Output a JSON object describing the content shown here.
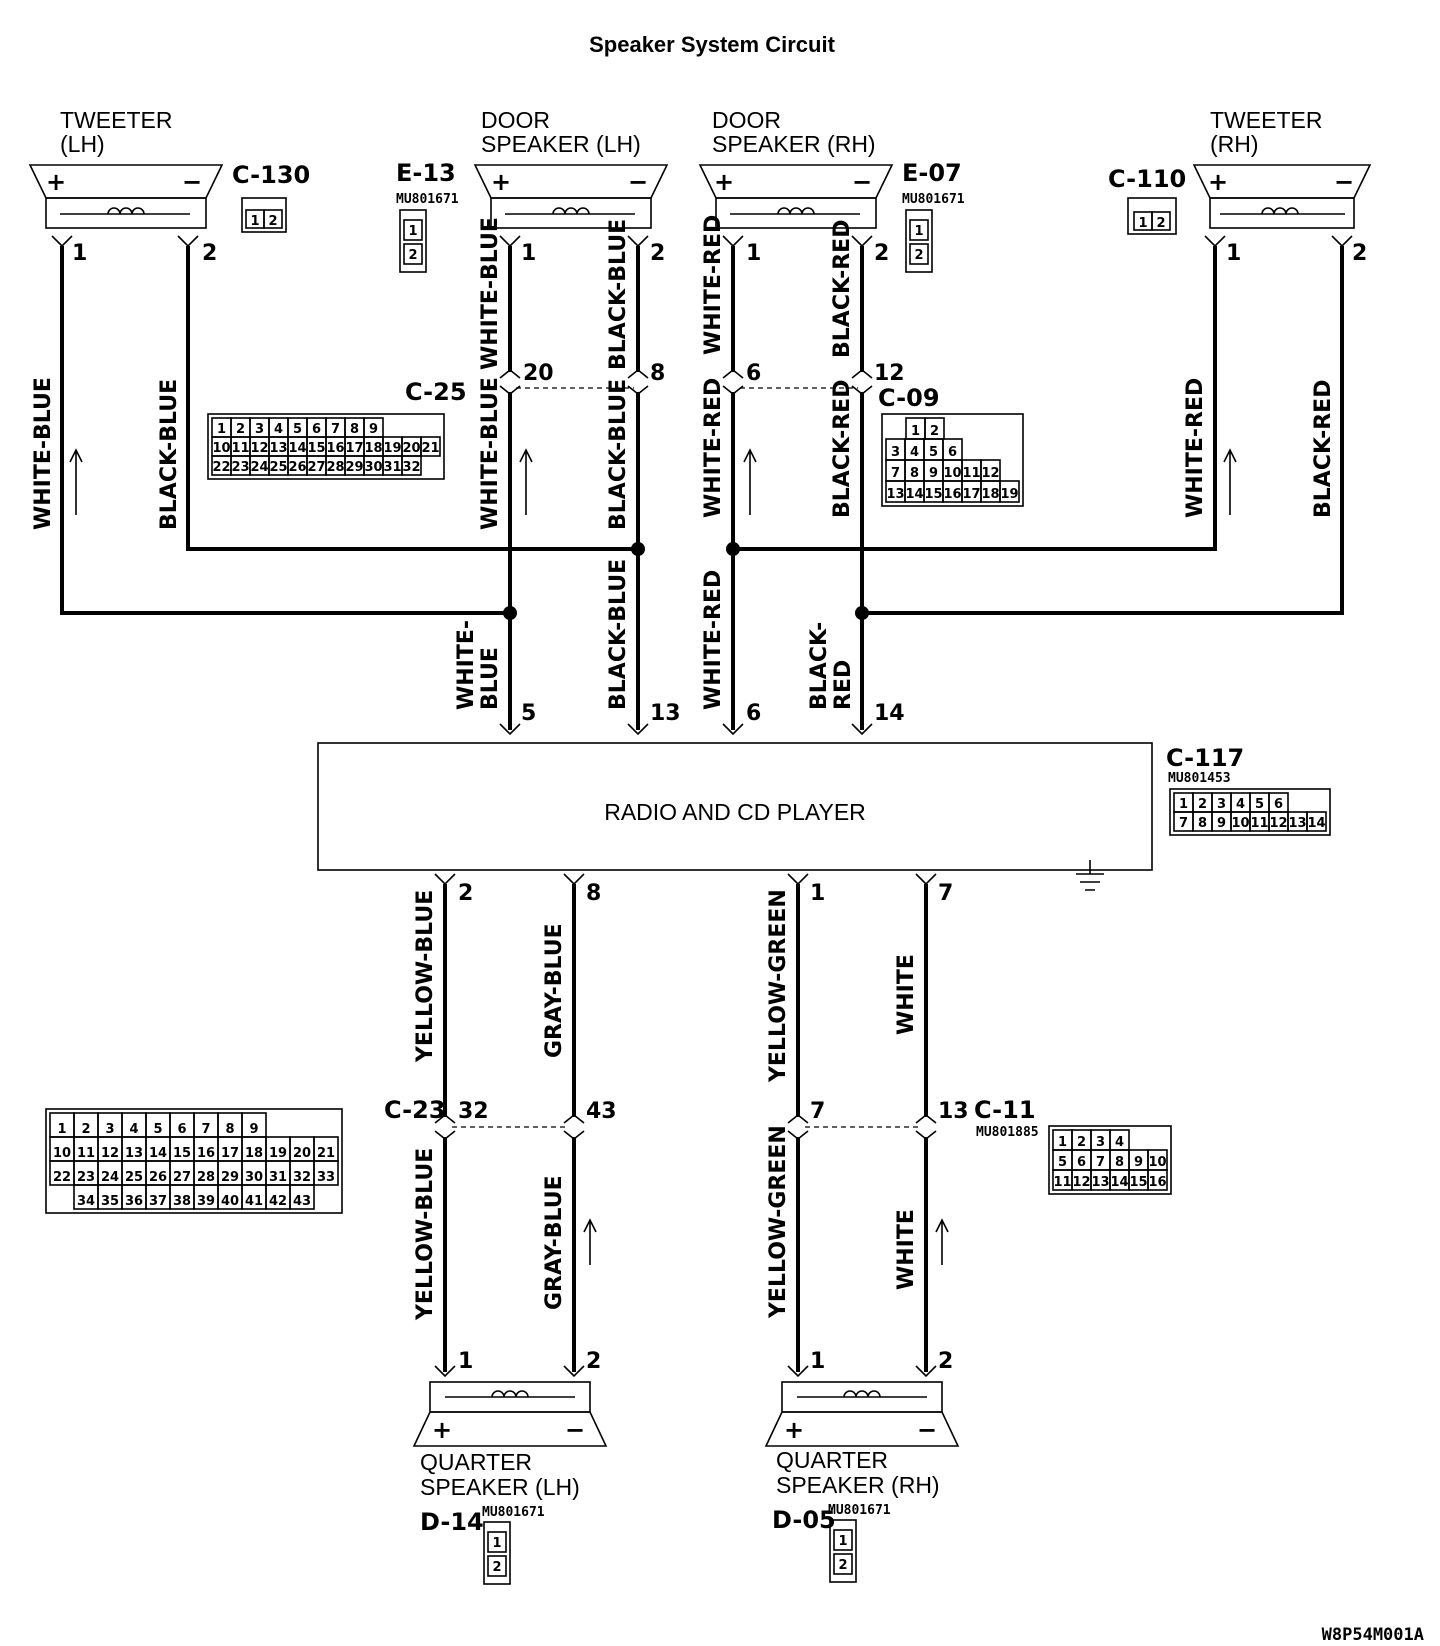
{
  "title": "Speaker System Circuit",
  "diagram_code": "W8P54M001A",
  "components": {
    "tweeter_lh": {
      "line1": "TWEETER",
      "line2": "(LH)",
      "connector": "C-130",
      "plus": "+",
      "minus": "−"
    },
    "door_lh": {
      "line1": "DOOR",
      "line2": "SPEAKER (LH)",
      "connector": "E-13",
      "part_no": "MU801671",
      "plus": "+",
      "minus": "−"
    },
    "door_rh": {
      "line1": "DOOR",
      "line2": "SPEAKER (RH)",
      "connector": "E-07",
      "part_no": "MU801671",
      "plus": "+",
      "minus": "−"
    },
    "tweeter_rh": {
      "line1": "TWEETER",
      "line2": "(RH)",
      "connector": "C-110",
      "plus": "+",
      "minus": "−"
    },
    "radio": {
      "label": "RADIO AND CD PLAYER",
      "connector": "C-117",
      "part_no": "MU801453"
    },
    "quarter_lh": {
      "line1": "QUARTER",
      "line2": "SPEAKER (LH)",
      "connector": "D-14",
      "part_no": "MU801671",
      "plus": "+",
      "minus": "−"
    },
    "quarter_rh": {
      "line1": "QUARTER",
      "line2": "SPEAKER (RH)",
      "connector": "D-05",
      "part_no": "MU801671",
      "plus": "+",
      "minus": "−"
    }
  },
  "junctions": {
    "c25": {
      "id": "C-25"
    },
    "c09": {
      "id": "C-09"
    },
    "c23": {
      "id": "C-23"
    },
    "c11": {
      "id": "C-11",
      "part_no": "MU801885"
    }
  },
  "pins": {
    "tw_lh_1": "1",
    "tw_lh_2": "2",
    "door_lh_1": "1",
    "door_lh_2": "2",
    "door_rh_1": "1",
    "door_rh_2": "2",
    "tw_rh_1": "1",
    "tw_rh_2": "2",
    "c25_a": "20",
    "c25_b": "8",
    "c09_a": "6",
    "c09_b": "12",
    "radio_5": "5",
    "radio_13": "13",
    "radio_6": "6",
    "radio_14": "14",
    "radio_2": "2",
    "radio_8": "8",
    "radio_1": "1",
    "radio_7": "7",
    "c23_a": "32",
    "c23_b": "43",
    "c11_a": "7",
    "c11_b": "13",
    "q_lh_1": "1",
    "q_lh_2": "2",
    "q_rh_1": "1",
    "q_rh_2": "2"
  },
  "wires": {
    "w_tw_lh_plus": "WHITE-BLUE",
    "w_tw_lh_minus": "BLACK-BLUE",
    "w_door_lh_plus_top": "WHITE-BLUE",
    "w_door_lh_minus_top": "BLACK-BLUE",
    "w_door_lh_plus_mid": "WHITE-BLUE",
    "w_door_lh_minus_mid": "BLACK-BLUE",
    "w_door_lh_plus_bot_1": "WHITE-",
    "w_door_lh_plus_bot_2": "BLUE",
    "w_door_lh_minus_bot": "BLACK-BLUE",
    "w_door_rh_plus_top": "WHITE-RED",
    "w_door_rh_minus_top": "BLACK-RED",
    "w_door_rh_plus_mid": "WHITE-RED",
    "w_door_rh_minus_mid": "BLACK-RED",
    "w_door_rh_plus_bot": "WHITE-RED",
    "w_door_rh_minus_bot_1": "BLACK-",
    "w_door_rh_minus_bot_2": "RED",
    "w_tw_rh_plus": "WHITE-RED",
    "w_tw_rh_minus": "BLACK-RED",
    "w_q_lh_plus_top": "YELLOW-BLUE",
    "w_q_lh_minus_top": "GRAY-BLUE",
    "w_q_lh_plus_bot": "YELLOW-BLUE",
    "w_q_lh_minus_bot": "GRAY-BLUE",
    "w_q_rh_plus_top": "YELLOW-GREEN",
    "w_q_rh_minus_top": "WHITE",
    "w_q_rh_plus_bot": "YELLOW-GREEN",
    "w_q_rh_minus_bot": "WHITE"
  },
  "connector_faces": {
    "c130": [
      "1",
      "2"
    ],
    "c110": [
      "1",
      "2"
    ],
    "two_pin": [
      "1",
      "2"
    ],
    "c25": {
      "row1": [
        "1",
        "2",
        "3",
        "4",
        "5",
        "6",
        "7",
        "8",
        "9"
      ],
      "row2": [
        "10",
        "11",
        "12",
        "13",
        "14",
        "15",
        "16",
        "17",
        "18",
        "19",
        "20",
        "21"
      ],
      "row3": [
        "22",
        "23",
        "24",
        "25",
        "26",
        "27",
        "28",
        "29",
        "30",
        "31",
        "32"
      ]
    },
    "c09": {
      "row1": [
        "1",
        "2"
      ],
      "row2": [
        "3",
        "4",
        "5",
        "6"
      ],
      "row3": [
        "7",
        "8",
        "9",
        "10",
        "11",
        "12"
      ],
      "row4": [
        "13",
        "14",
        "15",
        "16",
        "17",
        "18",
        "19"
      ]
    },
    "c117": {
      "row1": [
        "1",
        "2",
        "3",
        "4",
        "5",
        "6"
      ],
      "row2": [
        "7",
        "8",
        "9",
        "10",
        "11",
        "12",
        "13",
        "14"
      ]
    },
    "c11": {
      "row1": [
        "1",
        "2",
        "3",
        "4"
      ],
      "row2": [
        "5",
        "6",
        "7",
        "8",
        "9",
        "10"
      ],
      "row3": [
        "11",
        "12",
        "13",
        "14",
        "15",
        "16"
      ]
    },
    "c23": {
      "row1": [
        "1",
        "2",
        "3",
        "4",
        "5",
        "6",
        "7",
        "8",
        "9"
      ],
      "row2": [
        "10",
        "11",
        "12",
        "13",
        "14",
        "15",
        "16",
        "17",
        "18",
        "19",
        "20",
        "21"
      ],
      "row3": [
        "22",
        "23",
        "24",
        "25",
        "26",
        "27",
        "28",
        "29",
        "30",
        "31",
        "32",
        "33"
      ],
      "row4": [
        "34",
        "35",
        "36",
        "37",
        "38",
        "39",
        "40",
        "41",
        "42",
        "43"
      ]
    }
  }
}
